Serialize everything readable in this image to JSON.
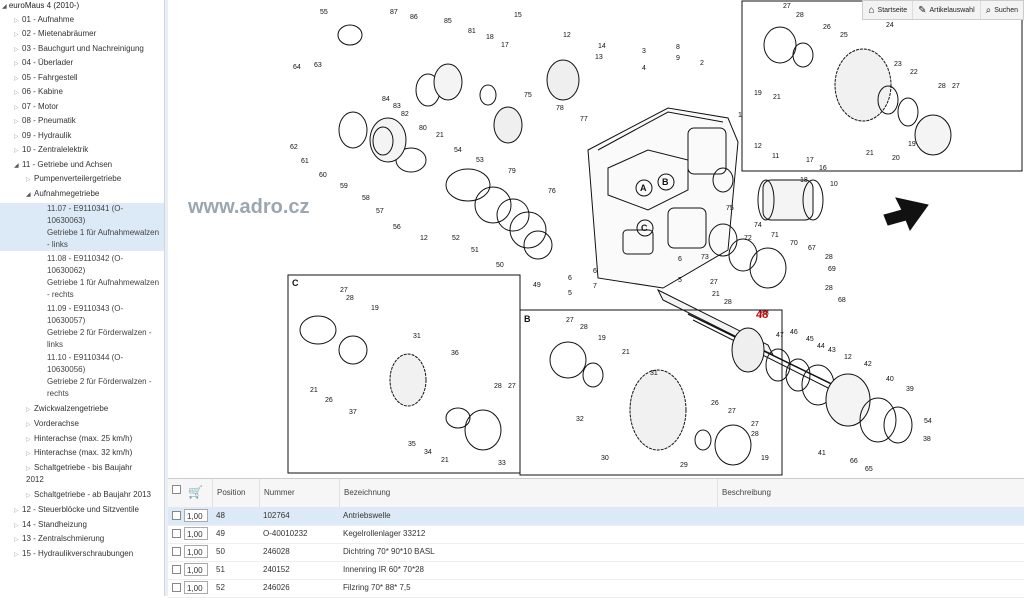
{
  "sidebar": {
    "root_label": "euroMaus 4 (2010-)",
    "items": [
      {
        "label": "01 - Aufnahme"
      },
      {
        "label": "02 - Mietenabräumer"
      },
      {
        "label": "03 - Bauchgurt und Nachreinigung"
      },
      {
        "label": "04 - Überlader"
      },
      {
        "label": "05 - Fahrgestell"
      },
      {
        "label": "06 - Kabine"
      },
      {
        "label": "07 - Motor"
      },
      {
        "label": "08 - Pneumatik"
      },
      {
        "label": "09 - Hydraulik"
      },
      {
        "label": "10 - Zentralelektrik"
      },
      {
        "label": "11 - Getriebe und Achsen"
      },
      {
        "label": "Pumpenverteilergetriebe"
      },
      {
        "label": "Aufnahmegetriebe"
      }
    ],
    "sub_items": [
      {
        "l1": "11.07 - E9110341 (O-",
        "l2": "10630063)",
        "l3": "Getriebe 1 für Aufnahmewalzen",
        "l4": "- links"
      },
      {
        "l1": "11.08 - E9110342 (O-",
        "l2": "10630062)",
        "l3": "Getriebe 1 für Aufnahmewalzen",
        "l4": "- rechts"
      },
      {
        "l1": "11.09 - E9110343 (O-",
        "l2": "10630057)",
        "l3": "Getriebe 2 für Förderwalzen -",
        "l4": "links"
      },
      {
        "l1": "11.10 - E9110344 (O-",
        "l2": "10630056)",
        "l3": "Getriebe 2 für Förderwalzen -",
        "l4": "rechts"
      }
    ],
    "after_items": [
      {
        "label": "Zwickwalzengetriebe"
      },
      {
        "label": "Vorderachse"
      },
      {
        "label": "Hinterachse (max. 25 km/h)"
      },
      {
        "label": "Hinterachse (max. 32 km/h)"
      },
      {
        "label": "Schaltgetriebe - bis Baujahr"
      },
      {
        "label": "2012"
      },
      {
        "label": "Schaltgetriebe - ab Baujahr 2013"
      },
      {
        "label": "12 - Steuerblöcke und Sitzventile"
      },
      {
        "label": "14 - Standheizung"
      },
      {
        "label": "13 - Zentralschmierung"
      },
      {
        "label": "15 - Hydraulikverschraubungen"
      }
    ]
  },
  "toolbar": {
    "home_label": "Startseite",
    "articles_label": "Artikelauswahl",
    "search_label": "Suchen"
  },
  "diagram": {
    "watermark": "www.adro.cz",
    "highlight_label": "48",
    "section_labels": [
      "A",
      "B",
      "C"
    ],
    "box_labels": [
      "C",
      "B"
    ]
  },
  "grid": {
    "columns": [
      "Position",
      "Nummer",
      "Bezeichnung",
      "Beschreibung"
    ],
    "rows": [
      {
        "qty": "1,00",
        "position": "48",
        "number": "102764",
        "name": "Antriebswelle",
        "desc": ""
      },
      {
        "qty": "1,00",
        "position": "49",
        "number": "O-40010232",
        "name": "Kegelrollenlager 33212",
        "desc": ""
      },
      {
        "qty": "1,00",
        "position": "50",
        "number": "246028",
        "name": "Dichtring 70* 90*10 BASL",
        "desc": ""
      },
      {
        "qty": "1,00",
        "position": "51",
        "number": "240152",
        "name": "Innenring IR 60* 70*28",
        "desc": ""
      },
      {
        "qty": "1,00",
        "position": "52",
        "number": "246026",
        "name": "Filzring 70* 88* 7,5",
        "desc": ""
      }
    ]
  },
  "colors": {
    "accent": "#dbeaf6",
    "highlight_num": "#cc0000"
  }
}
